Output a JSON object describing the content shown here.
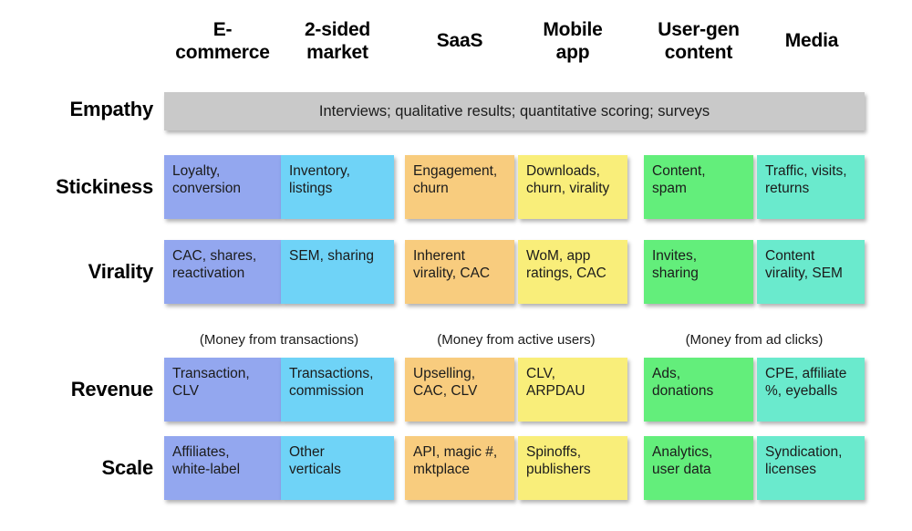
{
  "meta": {
    "title": "Lean Analytics business-model metrics matrix"
  },
  "palette": {
    "ecommerce": "#93a7ef",
    "two_sided": "#6fd3f7",
    "saas": "#f8cc7e",
    "mobile_app": "#f9ee7a",
    "ugc": "#63ee7b",
    "media": "#6aeacd",
    "empathy_band": "#c9c9c9",
    "text": "#1b1b1b"
  },
  "columns": [
    {
      "id": "ecommerce",
      "label": "E-\ncommerce",
      "color_key": "ecommerce"
    },
    {
      "id": "two-sided",
      "label": "2-sided\nmarket",
      "color_key": "two_sided"
    },
    {
      "id": "saas",
      "label": "SaaS",
      "color_key": "saas"
    },
    {
      "id": "mobile-app",
      "label": "Mobile\napp",
      "color_key": "mobile_app"
    },
    {
      "id": "ugc",
      "label": "User-gen\ncontent",
      "color_key": "ugc"
    },
    {
      "id": "media",
      "label": "Media",
      "color_key": "media"
    }
  ],
  "rows": [
    {
      "id": "empathy",
      "label": "Empathy"
    },
    {
      "id": "stickiness",
      "label": "Stickiness"
    },
    {
      "id": "virality",
      "label": "Virality"
    },
    {
      "id": "revenue",
      "label": "Revenue"
    },
    {
      "id": "scale",
      "label": "Scale"
    }
  ],
  "empathy": {
    "banner_text": "Interviews; qualitative results; quantitative scoring; surveys"
  },
  "group_notes": [
    {
      "id": "transactions",
      "text": "(Money from transactions)"
    },
    {
      "id": "active-users",
      "text": "(Money from active users)"
    },
    {
      "id": "ad-clicks",
      "text": "(Money from ad clicks)"
    }
  ],
  "cells": {
    "stickiness": [
      "Loyalty,\nconversion",
      "Inventory,\nlistings",
      "Engagement,\nchurn",
      "Downloads,\nchurn, virality",
      "Content,\nspam",
      "Traffic, visits,\nreturns"
    ],
    "virality": [
      "CAC, shares,\nreactivation",
      "SEM, sharing",
      "Inherent\nvirality, CAC",
      "WoM, app\nratings, CAC",
      "Invites,\nsharing",
      "Content\nvirality, SEM"
    ],
    "revenue": [
      "Transaction,\nCLV",
      "Transactions,\ncommission",
      "Upselling,\nCAC, CLV",
      "CLV,\nARPDAU",
      "Ads,\ndonations",
      "CPE, affiliate\n%, eyeballs"
    ],
    "scale": [
      "Affiliates,\nwhite-label",
      "Other\nverticals",
      "API, magic #,\nmktplace",
      "Spinoffs,\npublishers",
      "Analytics,\nuser data",
      "Syndication,\nlicenses"
    ]
  }
}
